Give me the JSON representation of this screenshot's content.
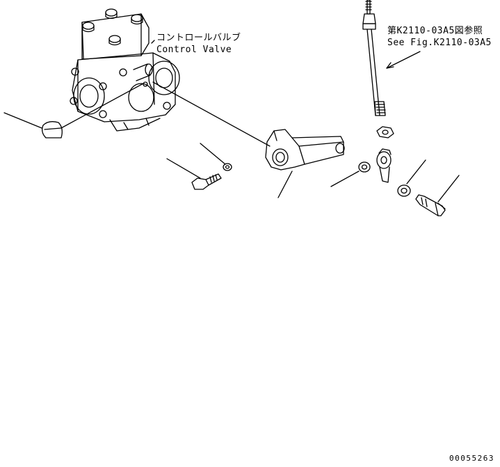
{
  "labels": {
    "control_valve_jp": "コントロールバルブ",
    "control_valve_en": "Control Valve",
    "reference_jp": "第K2110-03A5図参照",
    "reference_en": "See Fig.K2110-03A5",
    "drawing_code": "00055263"
  },
  "colors": {
    "line": "#000000",
    "background": "#ffffff"
  }
}
